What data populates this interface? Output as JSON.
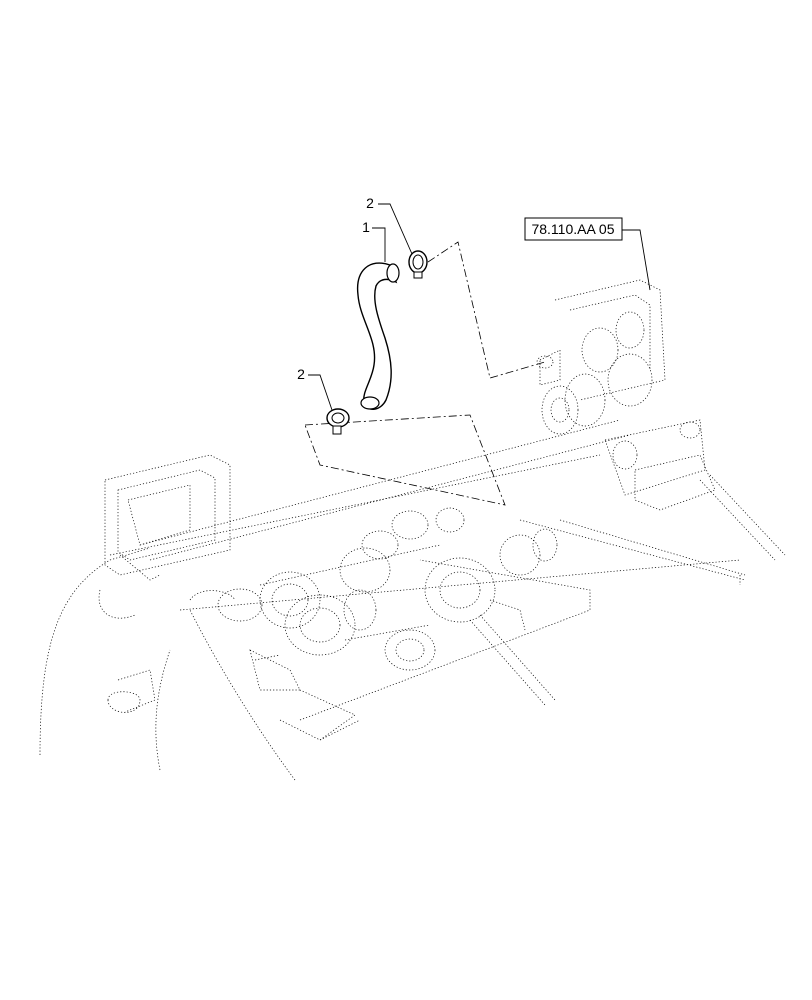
{
  "callouts": {
    "hose": "1",
    "clamp_upper": "2",
    "clamp_lower": "2"
  },
  "reference": {
    "label": "78.110.AA 05"
  }
}
